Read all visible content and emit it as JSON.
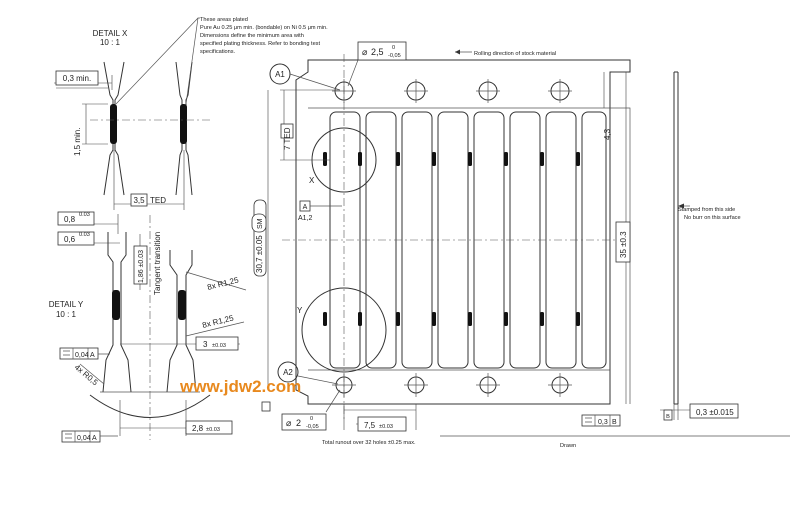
{
  "colors": {
    "line": "#333333",
    "background": "#ffffff",
    "watermark": "#e8891e"
  },
  "notes": {
    "plating": [
      "These areas plated",
      "Pure Au 0.25 μm min. (bondable) on Ni 0.5 μm min.",
      "Dimensions define the minimum area with",
      "specified plating thickness. Refer to bonding test",
      "specifications."
    ],
    "rolling": "Rolling direction of stock material",
    "stamped": [
      "Stamped from this side",
      "No burr on this surface"
    ],
    "runout": "Total runout over 32 holes ±0.25 max.",
    "drawn": "Drawn"
  },
  "detail_x": {
    "title": "DETAIL X",
    "scale": "10 : 1",
    "dim_width": "0,3 min.",
    "dim_height": "1,5 min.",
    "dim_ted_value": "3,5",
    "dim_ted_suffix": "TED"
  },
  "detail_y": {
    "title": "DETAIL Y",
    "scale": "10 : 1",
    "dim_08": "0,8",
    "dim_08_tol": "0.03",
    "dim_06": "0,6",
    "dim_06_tol": "0.03",
    "dim_186": "1,86 ±0.03",
    "tangent": "Tangent transition",
    "radius1": "8x R1,25",
    "radius2": "8x R1,25",
    "radius3": "4x R0,5",
    "dim_3": "3",
    "dim_3_tol": "±0.03",
    "dim_28": "2,8",
    "dim_28_tol": "±0.03",
    "flat1": "0,04",
    "flat1_ref": "A",
    "flat2": "0,04",
    "flat2_ref": "A"
  },
  "main": {
    "datum_a1": "A1",
    "datum_a2": "A2",
    "hole_top": "2,5",
    "hole_top_tol_upper": "0",
    "hole_top_tol_lower": "-0,05",
    "hole_bottom": "2",
    "hole_bottom_tol_upper": "0",
    "hole_bottom_tol_lower": "-0,05",
    "dim_7_ted": "7 TED",
    "datum_a_box": "A",
    "datum_a12": "A1,2",
    "label_x": "X",
    "label_y": "Y",
    "dim_307": "30,7 ±0.05",
    "sm": "SM",
    "dim_43": "4,3",
    "dim_35": "35 ±0.3",
    "dim_75": "7,5",
    "dim_75_tol": "±0.03",
    "flat_main": "0,3",
    "flat_main_ref": "B",
    "thickness": "0,3 ±0.015",
    "thickness_box": "B"
  },
  "watermark": "www.jdw2.com"
}
